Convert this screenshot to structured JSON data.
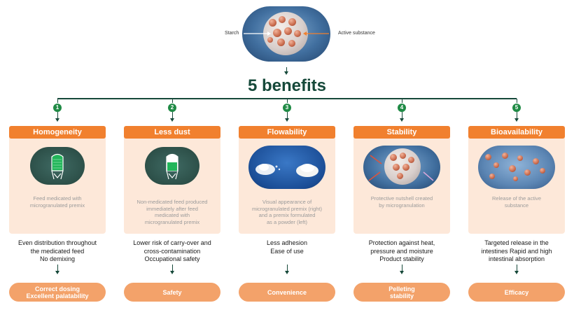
{
  "header": {
    "starch_label": "Starch",
    "active_label": "Active substance",
    "title": "5 benefits"
  },
  "colors": {
    "dark_green": "#16493a",
    "green": "#1f8a45",
    "orange": "#f1802e",
    "light_orange": "#f3a26a",
    "peach": "#fde8d9"
  },
  "benefits": [
    {
      "number": "1",
      "title": "Homogeneity",
      "icon": "silo-icon",
      "caption_1": "Feed medicated with",
      "caption_2": "microgranulated premix",
      "desc_1": "Even distribution throughout",
      "desc_2": "the medicated feed",
      "desc_3": "No demixing",
      "outcome_1": "Correct dosing",
      "outcome_2": "Excellent palatability"
    },
    {
      "number": "2",
      "title": "Less dust",
      "icon": "silo-filled-icon",
      "caption_1": "Non-medicated feed produced",
      "caption_2": "immediately after feed",
      "caption_3": "medicated with",
      "caption_4": "microgranulated premix",
      "desc_1": "Lower risk of carry-over and",
      "desc_2": "cross-contamination",
      "desc_3": "Occupational safety",
      "outcome_1": "Safety"
    },
    {
      "number": "3",
      "title": "Flowability",
      "icon": "powder-piles-image",
      "caption_1": "Visual appearance of",
      "caption_2": "microgranulated premix (right)",
      "caption_3": "and a premix formulated",
      "caption_4": "as a powder (left)",
      "desc_1": "Less adhesion",
      "desc_2": "Ease of use",
      "outcome_1": "Convenience"
    },
    {
      "number": "4",
      "title": "Stability",
      "icon": "granule-protection-image",
      "caption_1": "Protective nutshell created",
      "caption_2": "by microgranulation",
      "desc_1": "Protection against heat,",
      "desc_2": "pressure and moisture",
      "desc_3": "Product stability",
      "outcome_1": "Pelleting",
      "outcome_2": "stability"
    },
    {
      "number": "5",
      "title": "Bioavailability",
      "icon": "release-particles-image",
      "caption_1": "Release of the active",
      "caption_2": "substance",
      "desc_1": "Targeted release in the",
      "desc_2": "intestines Rapid and high",
      "desc_3": "intestinal absorption",
      "outcome_1": "Efficacy"
    }
  ]
}
